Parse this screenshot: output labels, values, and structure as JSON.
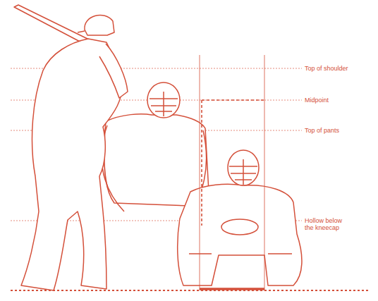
{
  "diagram": {
    "labels": [
      "Top of shoulder",
      "Midpoint",
      "Top of pants",
      "Hollow below the kneecap"
    ]
  }
}
